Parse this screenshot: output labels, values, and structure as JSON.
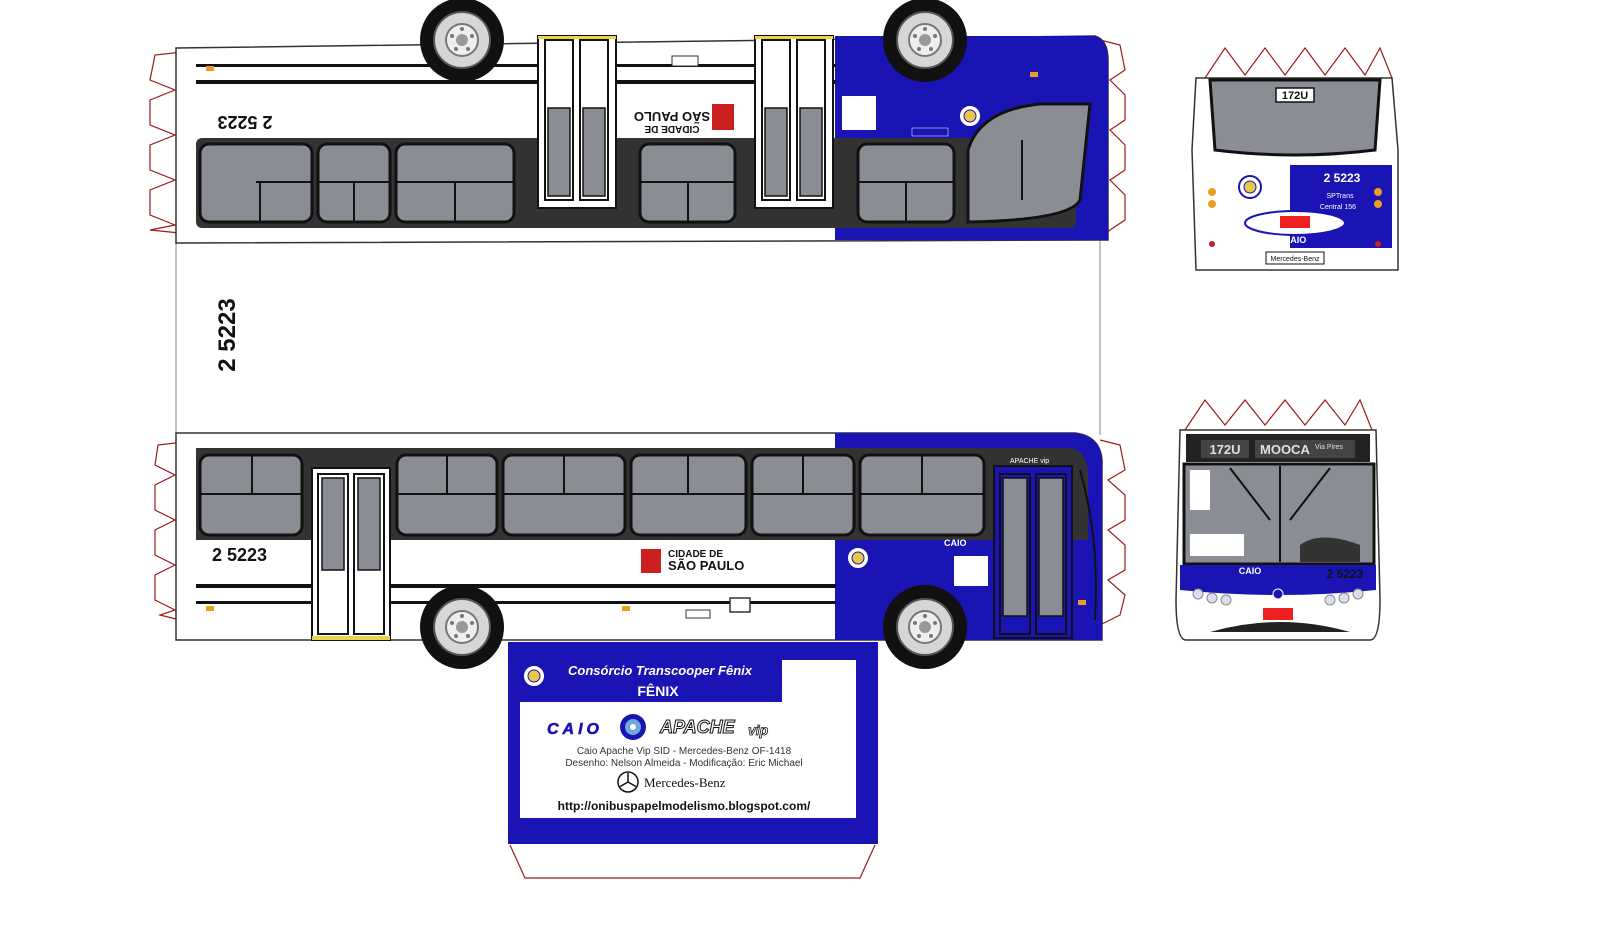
{
  "bus": {
    "fleet_number": "2 5223",
    "line_number": "172U",
    "destination": "MOOCA",
    "destination_via": "Via Pires",
    "operator_badge": "Central 156",
    "sptrans": "SPTrans",
    "city_line1": "CIDADE DE",
    "city_line2": "SÃO PAULO",
    "caio_badge": "CAIO",
    "apache_badge": "APACHE vip",
    "front_brand": "Mercedes-Benz"
  },
  "info_panel": {
    "consortium": "Consórcio Transcooper Fênix",
    "name": "FÊNIX",
    "caio_logo": "CAIO",
    "apache_logo": "APACHE",
    "apache_logo_suffix": "vip",
    "model_line": "Caio Apache Vip SID - Mercedes-Benz OF-1418",
    "credits_line": "Desenho: Nelson Almeida - Modificação: Eric Michael",
    "mercedes_text": "Mercedes-Benz",
    "url": "http://onibuspapelmodelismo.blogspot.com/"
  },
  "colors": {
    "livery_blue": "#1a14b4",
    "window_gray": "#8a8e94",
    "body_white": "#ffffff",
    "outline": "#222222",
    "fold_line": "#9b1b1b",
    "door_yellow": "#e8d44a"
  },
  "icons": [
    "wheel-icon",
    "sp-crest-icon",
    "mercedes-star-icon",
    "caio-logo-icon"
  ]
}
